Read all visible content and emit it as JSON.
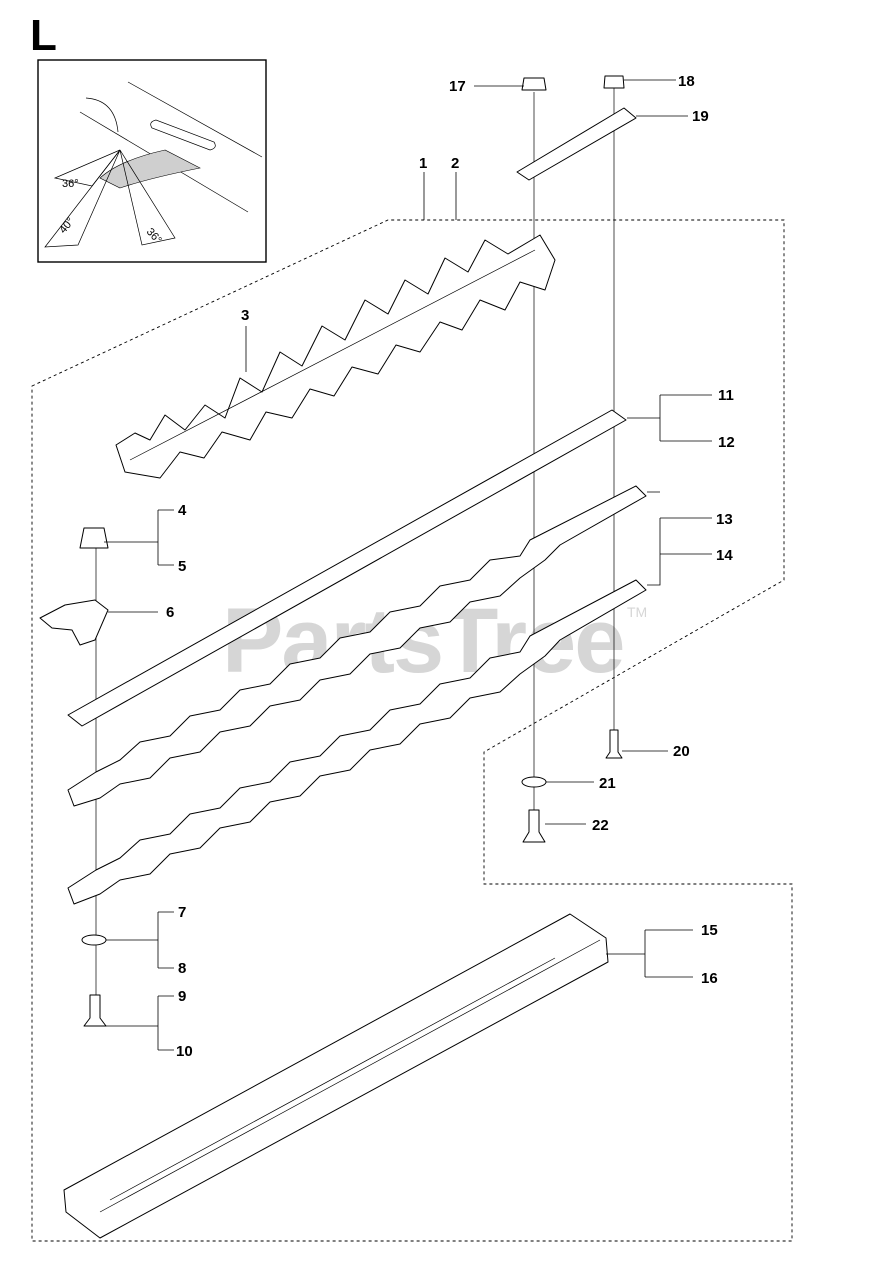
{
  "section_letter": "L",
  "watermark": {
    "text": "PartsTree",
    "trademark": "TM"
  },
  "inset": {
    "angles": [
      "36°",
      "40°",
      "36°"
    ]
  },
  "callouts": [
    "1",
    "2",
    "3",
    "4",
    "5",
    "6",
    "7",
    "8",
    "9",
    "10",
    "11",
    "12",
    "13",
    "14",
    "15",
    "16",
    "17",
    "18",
    "19",
    "20",
    "21",
    "22"
  ]
}
